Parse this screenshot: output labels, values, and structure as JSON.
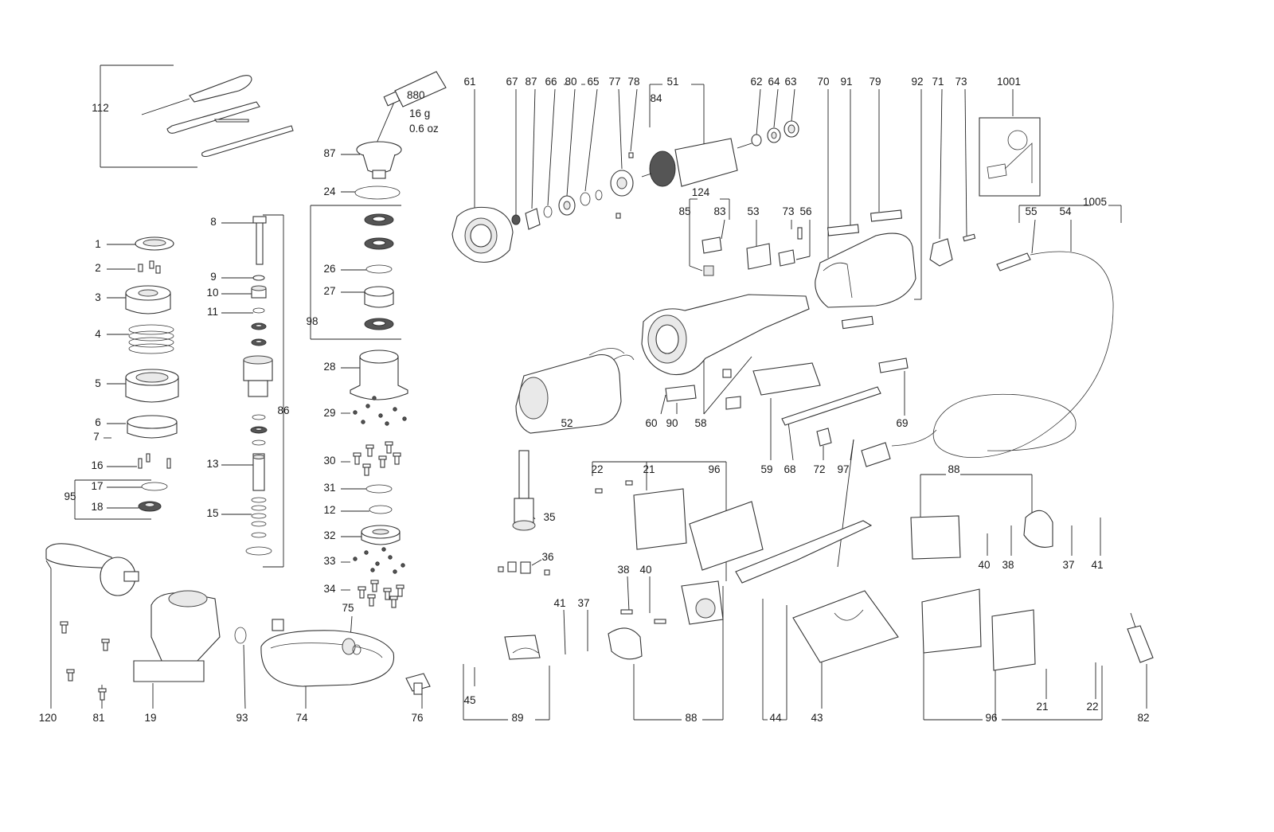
{
  "tube_note": {
    "code": "880",
    "weight": "16 g",
    "ounces": "0.6 oz"
  },
  "labels": [
    "112",
    "1",
    "2",
    "3",
    "4",
    "5",
    "6",
    "7",
    "16",
    "17",
    "18",
    "95",
    "8",
    "9",
    "10",
    "11",
    "13",
    "15",
    "86",
    "87",
    "24",
    "26",
    "27",
    "98",
    "28",
    "29",
    "30",
    "31",
    "12",
    "32",
    "33",
    "34",
    "61",
    "67",
    "87",
    "66",
    "80",
    "65",
    "77",
    "78",
    "51",
    "84",
    "62",
    "64",
    "63",
    "70",
    "91",
    "79",
    "92",
    "71",
    "73",
    "1001",
    "124",
    "85",
    "83",
    "53",
    "73",
    "56",
    "55",
    "54",
    "1005",
    "52",
    "60",
    "90",
    "58",
    "59",
    "68",
    "72",
    "97",
    "69",
    "35",
    "36",
    "22",
    "21",
    "96",
    "89",
    "45",
    "41",
    "37",
    "38",
    "40",
    "88",
    "44",
    "43",
    "88",
    "40",
    "38",
    "37",
    "41",
    "96",
    "21",
    "22",
    "82",
    "120",
    "81",
    "19",
    "93",
    "74",
    "75",
    "76"
  ]
}
